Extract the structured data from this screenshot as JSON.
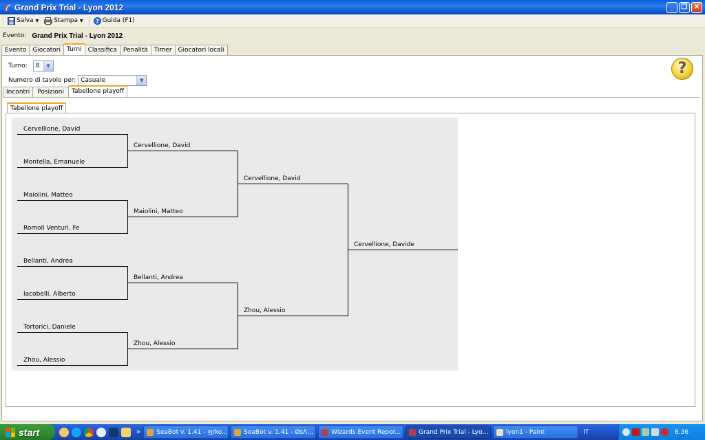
{
  "window": {
    "title": "Grand Prix Trial - Lyon 2012"
  },
  "toolbar": {
    "save": "Salva",
    "print": "Stampa",
    "help": "Guida (F1)"
  },
  "event": {
    "label": "Evento:",
    "name": "Grand Prix Trial - Lyon 2012"
  },
  "tabs": [
    "Evento",
    "Giocatori",
    "Turni",
    "Classifica",
    "Penalità",
    "Timer",
    "Giocatori locali"
  ],
  "round": {
    "label": "Turno:",
    "value": "8"
  },
  "table_number": {
    "label": "Numero di tavolo per:",
    "value": "Casuale"
  },
  "subtabs": [
    "Incontri",
    "Posizioni",
    "Tabellone playoff"
  ],
  "inner_tab": "Tabellone playoff",
  "bracket": {
    "round1": [
      "Cervellione, David",
      "Montella, Emanuele",
      "Maiolini, Matteo",
      "Romoli Venturi, Fe",
      "Bellanti, Andrea",
      "Iacobelli, Alberto",
      "Tortorici, Daniele",
      "Zhou, Alessio"
    ],
    "round2": [
      "Cervellione, David",
      "Maiolini, Matteo",
      "Bellanti, Andrea",
      "Zhou, Alessio"
    ],
    "round3": [
      "Cervellione, David",
      "Zhou, Alessio"
    ],
    "winner": "Cervellione, Davide"
  },
  "taskbar": {
    "start": "start",
    "tasks": [
      "SeaBot v. 1.41 - ფ/ko...",
      "SeaBot v. 1.41 - ØsΛ...",
      "Wizards Event Repor...",
      "Grand Prix Trial - Lyo...",
      "lyon1 - Paint"
    ],
    "lang": "IT",
    "clock": "8.36"
  }
}
